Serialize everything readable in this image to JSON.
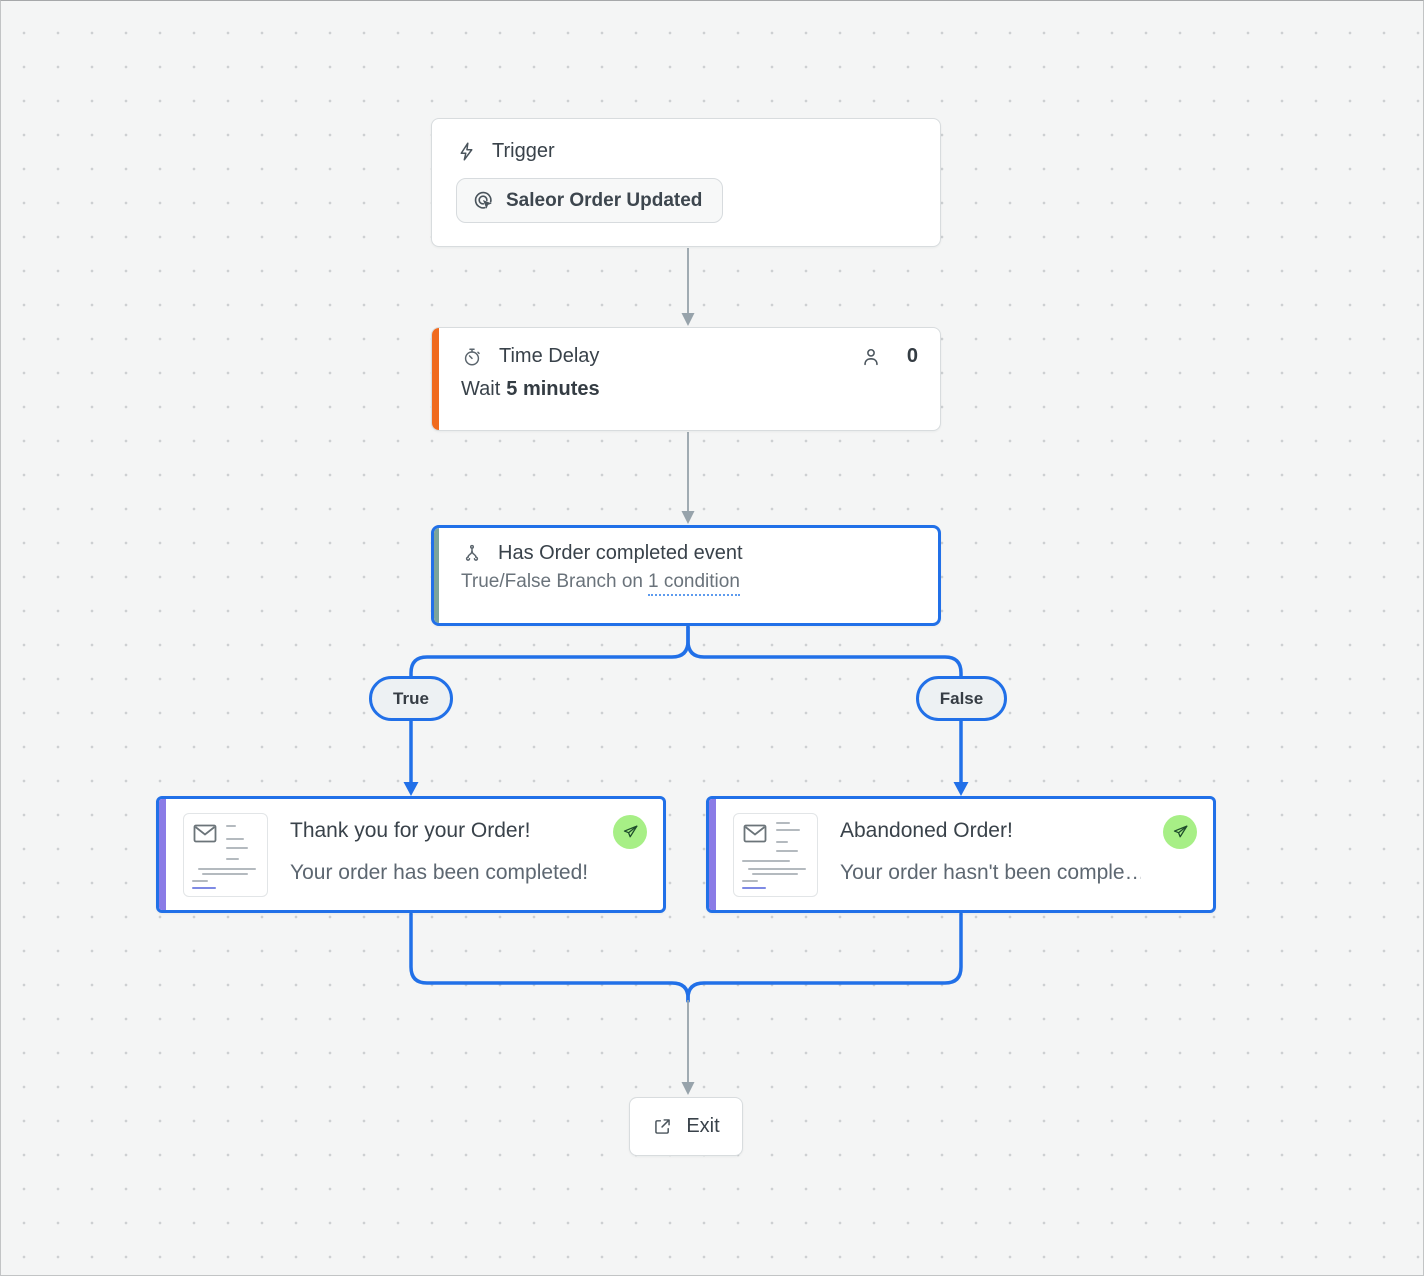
{
  "nodes": {
    "trigger": {
      "title": "Trigger",
      "button_label": "Saleor Order Updated"
    },
    "time_delay": {
      "title": "Time Delay",
      "contact_count": "0",
      "wait_prefix": "Wait",
      "wait_value": "5 minutes"
    },
    "condition": {
      "title": "Has Order completed event",
      "subtitle_prefix": "True/False Branch on",
      "condition_link": "1 condition"
    },
    "branches": {
      "true_label": "True",
      "false_label": "False"
    },
    "email_true": {
      "title": "Thank you for your Order!",
      "subtitle": "Your order has been completed!"
    },
    "email_false": {
      "title": "Abandoned Order!",
      "subtitle": "Your order hasn't been comple…"
    },
    "exit": {
      "label": "Exit"
    }
  },
  "colors": {
    "accent_orange": "#f06a1d",
    "accent_teal": "#7ba49b",
    "accent_purple": "#8a7be6",
    "edge_blue": "#2170e8",
    "edge_gray": "#97a3ab",
    "badge_green": "#a7ef86",
    "selected_border_blue": "#2170e8"
  }
}
